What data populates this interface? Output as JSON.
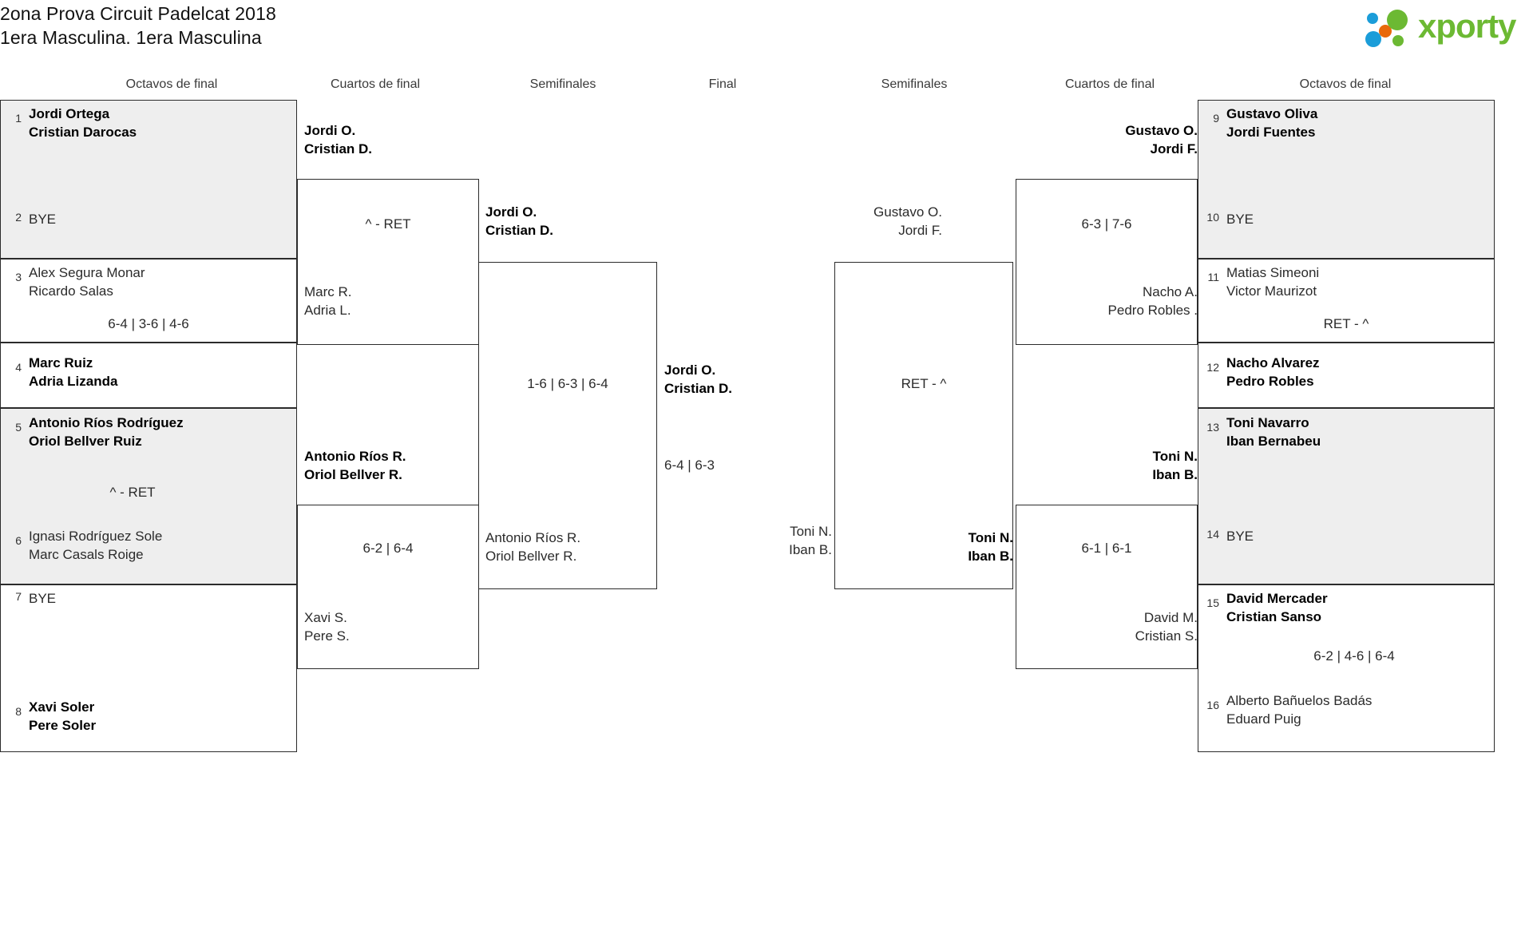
{
  "header": {
    "title_line1": "2ona Prova Circuit Padelcat 2018",
    "title_line2": "1era Masculina. 1era Masculina",
    "logo_text": "xporty",
    "logo_colors": {
      "green": "#6cb933",
      "blue": "#1b9dd9",
      "orange": "#e8690b"
    }
  },
  "round_headers": {
    "left_r16": "Octavos de final",
    "left_qf": "Cuartos de final",
    "left_sf": "Semifinales",
    "final": "Final",
    "right_sf": "Semifinales",
    "right_qf": "Cuartos de final",
    "right_r16": "Octavos de final"
  },
  "bracket": {
    "left_r16": [
      {
        "seed_top": "1",
        "top": "Jordi Ortega",
        "top2": "Cristian Darocas",
        "top_win": true,
        "seed_bot": "2",
        "bot": "BYE",
        "bot2": "",
        "bot_win": false,
        "bye": true,
        "score": ""
      },
      {
        "seed_top": "3",
        "top": "Alex Segura Monar",
        "top2": "Ricardo Salas",
        "top_win": false,
        "seed_bot": "4",
        "bot": "Marc Ruiz",
        "bot2": "Adria Lizanda",
        "bot_win": true,
        "bye": false,
        "score": "6-4 | 3-6 | 4-6"
      },
      {
        "seed_top": "5",
        "top": "Antonio Ríos Rodríguez",
        "top2": "Oriol Bellver Ruiz",
        "top_win": true,
        "seed_bot": "6",
        "bot": "Ignasi Rodríguez Sole",
        "bot2": "Marc Casals Roige",
        "bot_win": false,
        "bye": false,
        "score": "^ - RET"
      },
      {
        "seed_top": "7",
        "top": "BYE",
        "top2": "",
        "top_win": false,
        "seed_bot": "8",
        "bot": "Xavi Soler",
        "bot2": "Pere Soler",
        "bot_win": true,
        "bye": true,
        "score": ""
      }
    ],
    "left_qf": [
      {
        "top": "Jordi O.",
        "top2": "Cristian D.",
        "top_win": true,
        "bot": "Marc R.",
        "bot2": "Adria L.",
        "bot_win": false,
        "score": "^ - RET"
      },
      {
        "top": "Antonio Ríos R.",
        "top2": "Oriol Bellver R.",
        "top_win": true,
        "bot": "Xavi S.",
        "bot2": "Pere S.",
        "bot_win": false,
        "score": "6-2 | 6-4"
      }
    ],
    "left_sf": [
      {
        "top": "Jordi O.",
        "top2": "Cristian D.",
        "top_win": true,
        "bot": "Antonio Ríos R.",
        "bot2": "Oriol Bellver R.",
        "bot_win": false,
        "score": "1-6 | 6-3 | 6-4"
      }
    ],
    "final": {
      "left": "Jordi O.",
      "left2": "Cristian D.",
      "left_win": true,
      "right": "Toni N.",
      "right2": "Iban B.",
      "right_win": false,
      "score": "6-4 | 6-3"
    },
    "right_sf": [
      {
        "top": "Gustavo O.",
        "top2": "Jordi F.",
        "top_win": false,
        "bot": "Toni N.",
        "bot2": "Iban B.",
        "bot_win": true,
        "score": "RET - ^"
      }
    ],
    "right_qf": [
      {
        "top": "Gustavo O.",
        "top2": "Jordi F.",
        "top_win": true,
        "bot": "Nacho A.",
        "bot2": "Pedro Robles .",
        "bot_win": false,
        "score": "6-3 | 7-6"
      },
      {
        "top": "Toni N.",
        "top2": "Iban B.",
        "top_win": true,
        "bot": "David M.",
        "bot2": "Cristian S.",
        "bot_win": false,
        "score": "6-1 | 6-1"
      }
    ],
    "right_r16": [
      {
        "seed_top": "9",
        "top": "Gustavo Oliva",
        "top2": "Jordi Fuentes",
        "top_win": true,
        "seed_bot": "10",
        "bot": "BYE",
        "bot2": "",
        "bot_win": false,
        "bye": true,
        "score": ""
      },
      {
        "seed_top": "11",
        "top": "Matias Simeoni",
        "top2": "Victor Maurizot",
        "top_win": false,
        "seed_bot": "12",
        "bot": "Nacho Alvarez",
        "bot2": "Pedro Robles",
        "bot_win": true,
        "bye": false,
        "score": "RET - ^"
      },
      {
        "seed_top": "13",
        "top": "Toni Navarro",
        "top2": "Iban Bernabeu",
        "top_win": true,
        "seed_bot": "14",
        "bot": "BYE",
        "bot2": "",
        "bot_win": false,
        "bye": true,
        "score": ""
      },
      {
        "seed_top": "15",
        "top": "David Mercader",
        "top2": "Cristian Sanso",
        "top_win": true,
        "seed_bot": "16",
        "bot": "Alberto Bañuelos Badás",
        "bot2": "Eduard Puig",
        "bot_win": false,
        "bye": false,
        "score": "6-2 | 4-6 | 6-4"
      }
    ]
  }
}
